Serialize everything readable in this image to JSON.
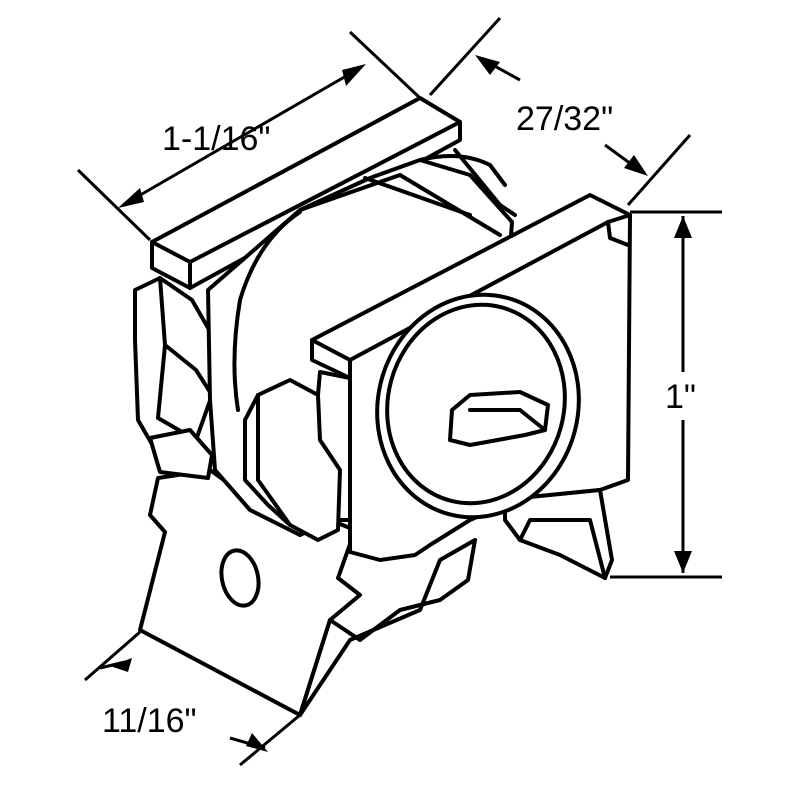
{
  "diagram": {
    "dimensions": {
      "top_width": "1-1/16\"",
      "depth": "27/32\"",
      "height": "1\"",
      "base_width": "11/16\""
    },
    "colors": {
      "line": "#000000",
      "fill": "#ffffff"
    }
  }
}
